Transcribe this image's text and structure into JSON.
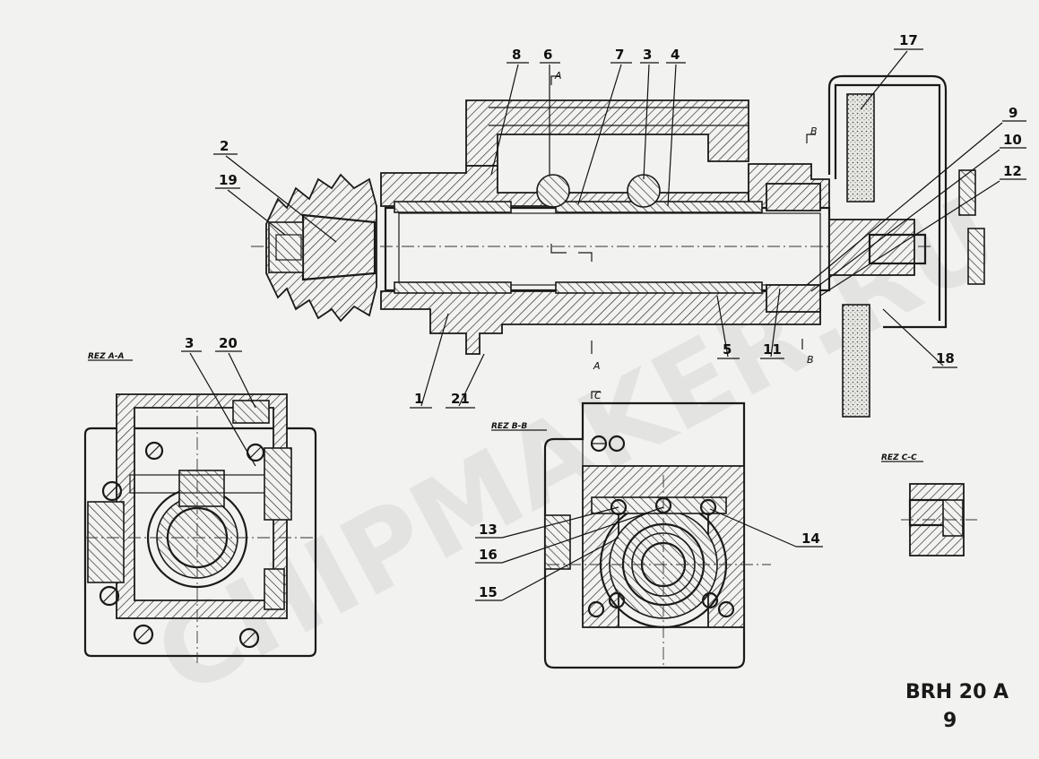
{
  "drawing_code": "BRH 20 A",
  "sheet_number": "9",
  "watermark": "CHIPMAKER.RU",
  "section_titles": {
    "aa": "REZ A-A",
    "bb": "REZ B-B",
    "cc": "REZ C-C"
  },
  "cut_marks": {
    "a_top": "A",
    "a_bottom": "A",
    "b_top": "B",
    "b_bottom": "B",
    "c": "C"
  },
  "part_labels": {
    "p1": "1",
    "p2": "2",
    "p3": "3",
    "p3b": "3",
    "p4": "4",
    "p5": "5",
    "p6": "6",
    "p7": "7",
    "p8": "8",
    "p9": "9",
    "p10": "10",
    "p11": "11",
    "p12": "12",
    "p13": "13",
    "p14": "14",
    "p15": "15",
    "p16": "16",
    "p17": "17",
    "p18": "18",
    "p19": "19",
    "p20": "20",
    "p21": "21"
  }
}
